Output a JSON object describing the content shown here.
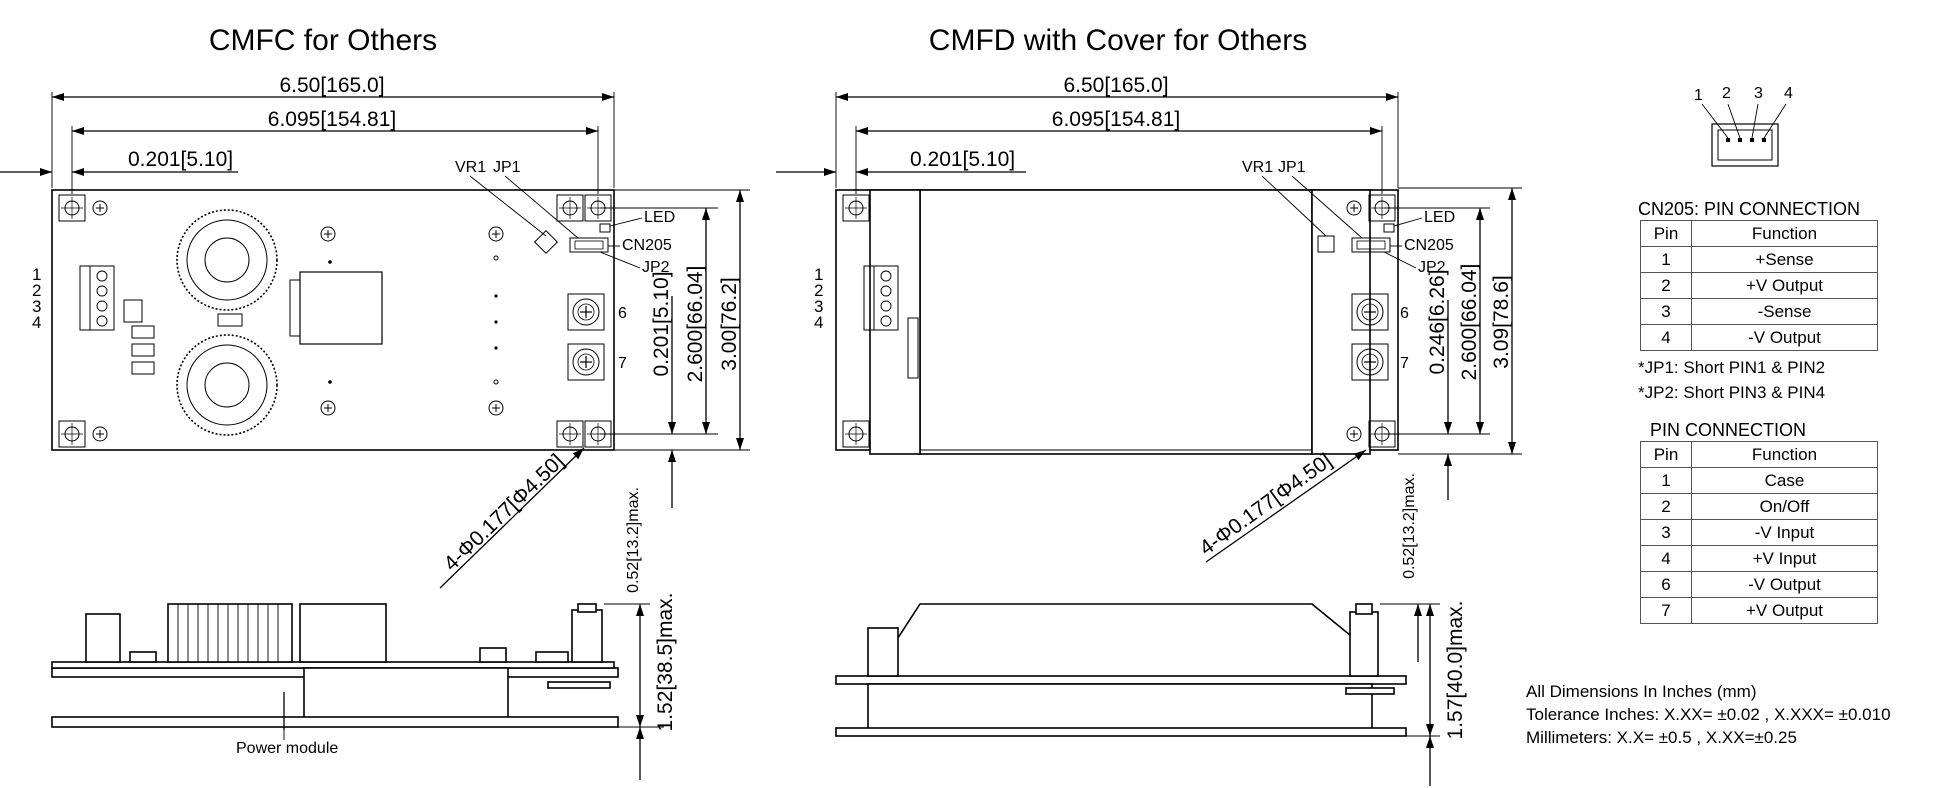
{
  "titles": {
    "left": "CMFC for Others",
    "right": "CMFD with Cover for Others"
  },
  "left_view": {
    "dim_overall_width": "6.50[165.0]",
    "dim_hole_span": "6.095[154.81]",
    "dim_hole_offset": "0.201[5.10]",
    "dim_hole_offset_vertical": "0.201[5.10]",
    "dim_hole_height": "2.600[66.04]",
    "dim_overall_height": "3.00[76.2]",
    "dim_mount_holes": "4-Φ0.177[Φ4.50]",
    "dim_clearance": "0.52[13.2]max.",
    "dim_side_height": "1.52[38.5]max.",
    "label_power_module": "Power module"
  },
  "right_view": {
    "dim_overall_width": "6.50[165.0]",
    "dim_hole_span": "6.095[154.81]",
    "dim_hole_offset": "0.201[5.10]",
    "dim_hole_offset_vertical": "0.246[6.26]",
    "dim_hole_height": "2.600[66.04]",
    "dim_overall_height": "3.09[78.6]",
    "dim_mount_holes": "4-Φ0.177[Φ4.50]",
    "dim_clearance": "0.52[13.2]max.",
    "dim_side_height": "1.57[40.0]max."
  },
  "board_labels": {
    "vr1": "VR1",
    "jp1": "JP1",
    "jp2": "JP2",
    "led": "LED",
    "cn205": "CN205",
    "terminal_6": "6",
    "terminal_7": "7",
    "input_pins": [
      "1",
      "2",
      "3",
      "4"
    ]
  },
  "connector_pins": [
    "1",
    "2",
    "3",
    "4"
  ],
  "cn205_table": {
    "caption": "CN205: PIN CONNECTION",
    "header": [
      "Pin",
      "Function"
    ],
    "rows": [
      [
        "1",
        "+Sense"
      ],
      [
        "2",
        "+V Output"
      ],
      [
        "3",
        "-Sense"
      ],
      [
        "4",
        "-V Output"
      ]
    ]
  },
  "jumper_notes": [
    "*JP1: Short PIN1 & PIN2",
    "*JP2: Short PIN3 & PIN4"
  ],
  "pin_table": {
    "caption": "PIN CONNECTION",
    "header": [
      "Pin",
      "Function"
    ],
    "rows": [
      [
        "1",
        "Case"
      ],
      [
        "2",
        "On/Off"
      ],
      [
        "3",
        "-V Input"
      ],
      [
        "4",
        "+V Input"
      ],
      [
        "6",
        "-V Output"
      ],
      [
        "7",
        "+V Output"
      ]
    ]
  },
  "general_notes": [
    "All Dimensions In Inches (mm)",
    "Tolerance  Inches: X.XX= ±0.02 , X.XXX= ±0.010",
    "Millimeters: X.X= ±0.5 , X.XX=±0.25"
  ]
}
